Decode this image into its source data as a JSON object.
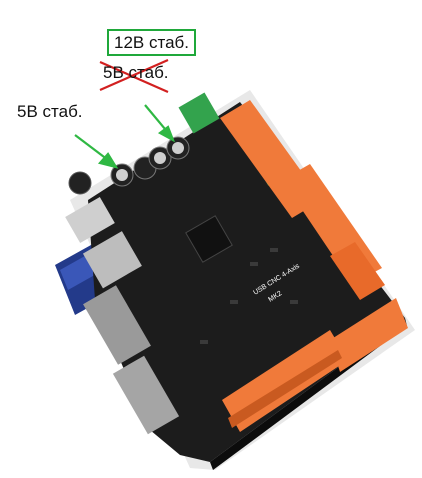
{
  "annotations": {
    "stab_12v": "12В стаб.",
    "stab_5v_crossed": "5В стаб.",
    "stab_5v": "5В стаб."
  },
  "board": {
    "title_line1": "USB CNC 4-Axis",
    "title_line2": "MK2"
  },
  "colors": {
    "pcb": "#1c1c1c",
    "terminal_orange": "#f07a3a",
    "terminal_green": "#33a34d",
    "highlight_box": "#1fa83a",
    "arrow": "#2fb843",
    "strike": "#d22020"
  }
}
